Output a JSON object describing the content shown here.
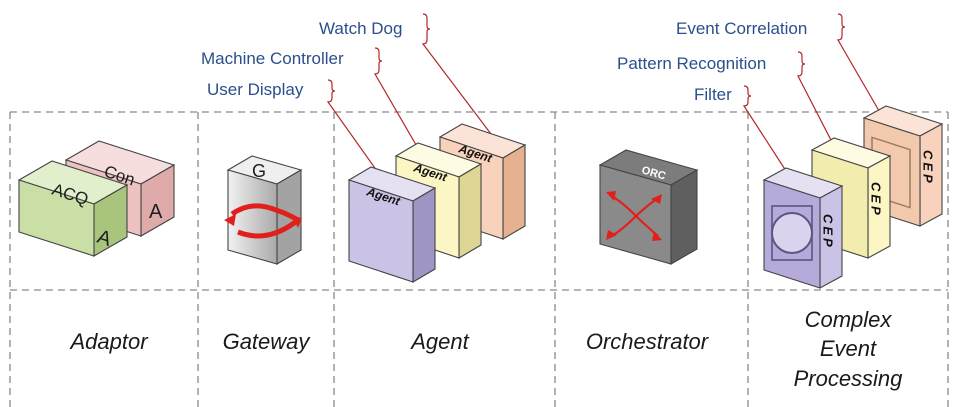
{
  "callouts": {
    "watch_dog": "Watch Dog",
    "machine_controller": "Machine Controller",
    "user_display": "User Display",
    "event_correlation": "Event Correlation",
    "pattern_recognition": "Pattern Recognition",
    "filter": "Filter"
  },
  "categories": {
    "adaptor": "Adaptor",
    "gateway": "Gateway",
    "agent": "Agent",
    "orchestrator": "Orchestrator",
    "cep_line1": "Complex",
    "cep_line2": "Event",
    "cep_line3": "Processing"
  },
  "boxes": {
    "acq": "ACQ",
    "acq_a": "A",
    "con": "Con",
    "con_a": "A",
    "gateway": "G",
    "agent": "Agent",
    "orc": "ORC",
    "cep": "CEP"
  },
  "colors": {
    "callout_text": "#2b4f8c",
    "leader_line": "#b3262a",
    "grid_line": "#8a8a8a",
    "acq_face": "#c9dfa5",
    "con_face": "#efc2c2",
    "gateway_face": "#d9d9d9",
    "agent_purple": "#cbc3e6",
    "agent_yellow": "#fbf6c4",
    "agent_peach": "#f8d2bc",
    "orc_face": "#8a8a8a",
    "arrow_red": "#e0201b"
  }
}
